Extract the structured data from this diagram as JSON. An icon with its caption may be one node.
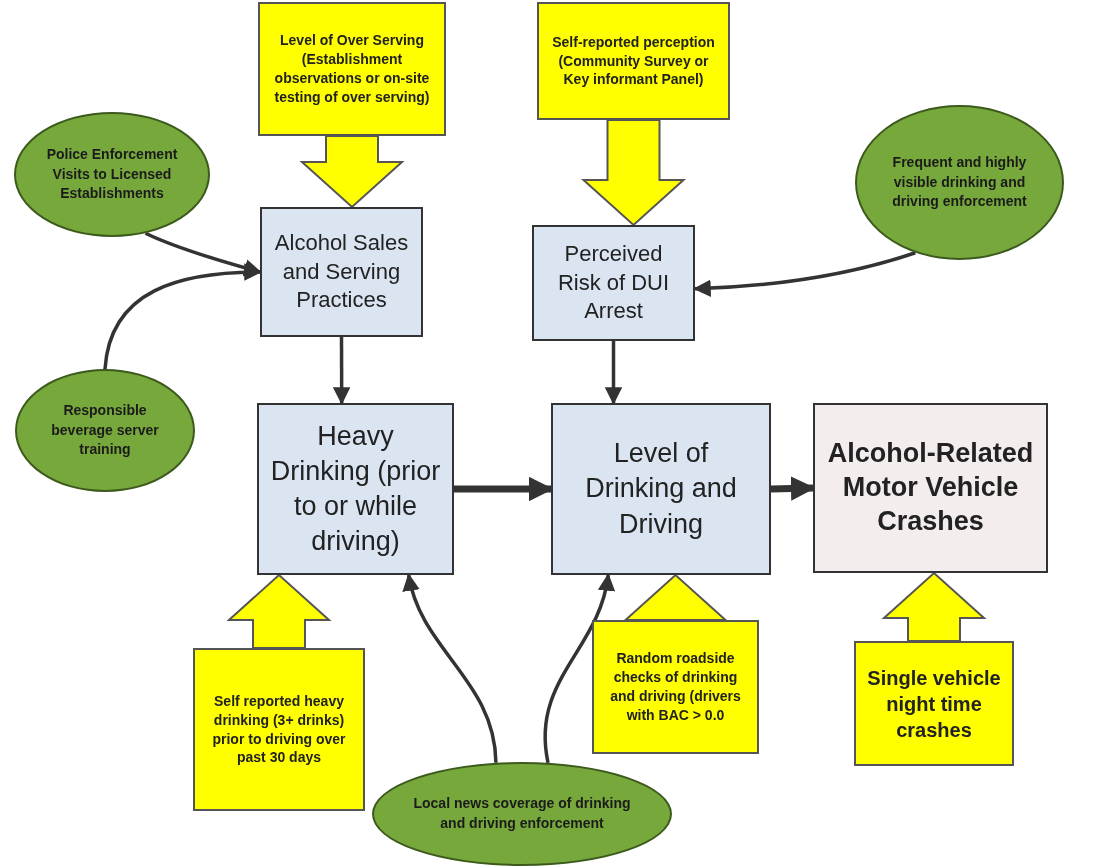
{
  "diagram": {
    "nodes": [
      {
        "text": [
          "Level of Over Serving (Establishment observations or on-site testing of over serving)"
        ]
      },
      {
        "text": [
          "Self-reported perception (Community Survey or Key informant Panel)"
        ]
      },
      {
        "text": [
          "Police Enforcement Visits to Licensed Establishments"
        ]
      },
      {
        "text": [
          "Frequent and highly visible drinking and driving enforcement"
        ]
      },
      {
        "text": [
          "Alcohol Sales and Serving Practices"
        ]
      },
      {
        "text": [
          "Perceived Risk of DUI Arrest"
        ]
      },
      {
        "text": [
          "Responsible beverage server training"
        ]
      },
      {
        "text": [
          "Heavy Drinking (prior to or while driving)"
        ]
      },
      {
        "text": [
          "Level of Drinking and Driving"
        ]
      },
      {
        "text": [
          "Alcohol-Related Motor Vehicle Crashes"
        ]
      },
      {
        "text": [
          "Self reported heavy drinking (3+ drinks) prior to driving over past 30 days"
        ]
      },
      {
        "text": [
          "Random roadside checks of drinking and driving (drivers with BAC > 0.0"
        ]
      },
      {
        "text": [
          "Single vehicle night time crashes"
        ]
      },
      {
        "text": [
          "Local news coverage of drinking and driving enforcement"
        ]
      }
    ],
    "edges": [
      {
        "from": 0,
        "to": 4,
        "arrow": "to",
        "style": "thick",
        "color": "#ffff00"
      },
      {
        "from": 1,
        "to": 5,
        "arrow": "to",
        "style": "thick",
        "color": "#ffff00"
      },
      {
        "from": 2,
        "to": 4,
        "arrow": "to"
      },
      {
        "from": 6,
        "to": 4,
        "arrow": "to"
      },
      {
        "from": 3,
        "to": 5,
        "arrow": "to"
      },
      {
        "from": 4,
        "to": 7,
        "arrow": "to"
      },
      {
        "from": 5,
        "to": 8,
        "arrow": "to"
      },
      {
        "from": 7,
        "to": 8,
        "arrow": "to",
        "style": "thick"
      },
      {
        "from": 8,
        "to": 9,
        "arrow": "to",
        "style": "thick"
      },
      {
        "from": 10,
        "to": 7,
        "arrow": "to",
        "style": "thick",
        "color": "#ffff00"
      },
      {
        "from": 11,
        "to": 8,
        "arrow": "to",
        "style": "thick",
        "color": "#ffff00"
      },
      {
        "from": 12,
        "to": 9,
        "arrow": "to",
        "style": "thick",
        "color": "#ffff00"
      },
      {
        "from": 13,
        "to": 7,
        "arrow": "to"
      },
      {
        "from": 13,
        "to": 8,
        "arrow": "to"
      }
    ]
  }
}
